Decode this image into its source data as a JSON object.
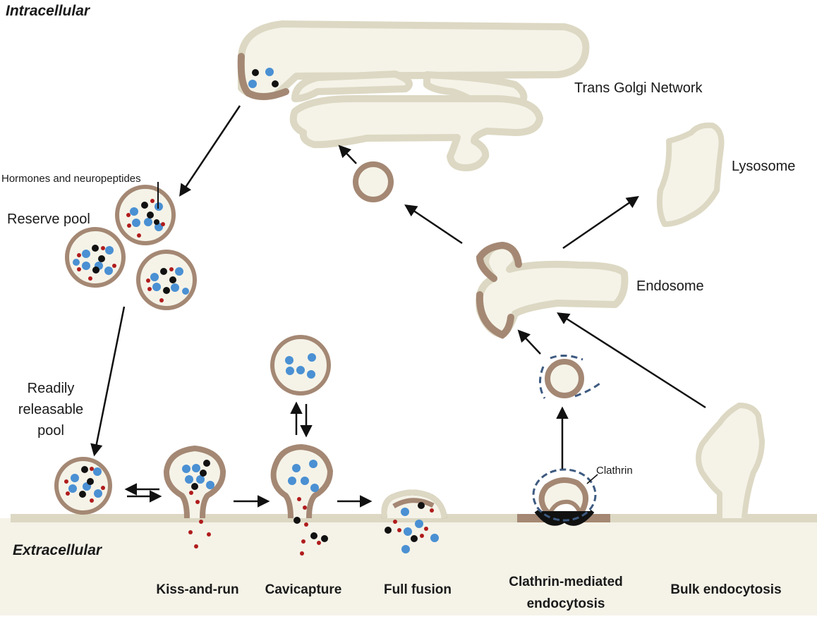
{
  "colors": {
    "membrane": "#dcd8c3",
    "cytoplasm": "#f5f3e8",
    "vesicle_wall": "#a48874",
    "hormone": "#4a90d3",
    "neuropeptide": "#b01c1c",
    "transmitter": "#111111",
    "clathrin": "#3d5a80",
    "arrow": "#111111"
  },
  "labels": {
    "intracellular": "Intracellular",
    "extracellular": "Extracellular",
    "tgn": "Trans Golgi Network",
    "lysosome": "Lysosome",
    "endosome": "Endosome",
    "hormones": "Hormones and neuropeptides",
    "reserve": "Reserve pool",
    "rrp_1": "Readily",
    "rrp_2": "releasable",
    "rrp_3": "pool",
    "clathrin": "Clathrin"
  },
  "pathways": {
    "kiss": "Kiss-and-run",
    "cavicapture": "Cavicapture",
    "fullfusion": "Full fusion",
    "cme_1": "Clathrin-mediated",
    "cme_2": "endocytosis",
    "bulk": "Bulk endocytosis"
  }
}
